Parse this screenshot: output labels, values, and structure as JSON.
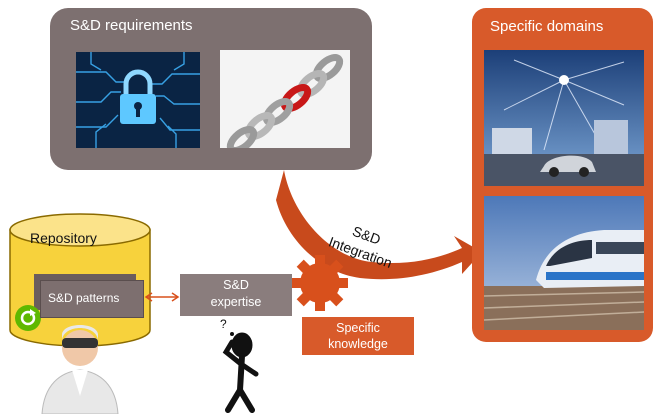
{
  "requirements": {
    "title": "S&D requirements"
  },
  "domains": {
    "title": "Specific domains"
  },
  "repository": {
    "label": "Repository",
    "patterns_label": "S&D patterns"
  },
  "expertise": {
    "line1": "S&D",
    "line2": "expertise"
  },
  "knowledge": {
    "line1": "Specific",
    "line2": "knowledge"
  },
  "integration": {
    "line1": "S&D",
    "line2": "Integration"
  },
  "colors": {
    "orange": "#d85a2a",
    "gray": "#7d7070",
    "yellow": "#f7d23c"
  }
}
